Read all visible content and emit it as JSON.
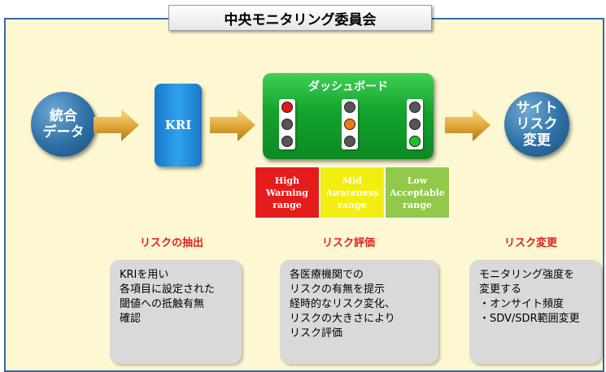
{
  "title": "中央モニタリング委員会",
  "data_circle": "統合\nデータ",
  "kri_box": "KRI",
  "dashboard": {
    "title": "ダッシュボード",
    "lights": [
      {
        "active": "red",
        "color": "#e01818"
      },
      {
        "active": "orange",
        "color": "#f07a10"
      },
      {
        "active": "green",
        "color": "#1ec02a"
      }
    ]
  },
  "site_circle": "サイト\nリスク\n変更",
  "ranges": [
    {
      "text": "High\nWarning\nrange",
      "color": "#e51c1c"
    },
    {
      "text": "Mid\nAwareness\nrange",
      "color": "#f2ee12"
    },
    {
      "text": "Low\nAcceptable\nrange",
      "color": "#92c94a"
    }
  ],
  "labels": {
    "extract": "リスクの抽出",
    "evaluate": "リスク評価",
    "change": "リスク変更"
  },
  "notes": {
    "left": "KRIを用い\n各項目に設定された\n閾値への抵触有無\n確認",
    "middle": "各医療機関での\nリスクの有無を提示\n経時的なリスク変化、\nリスクの大きさにより\nリスク評価",
    "right": "モニタリング強度を\n変更する\n・オンサイト頻度\n・SDV/SDR範囲変更"
  }
}
